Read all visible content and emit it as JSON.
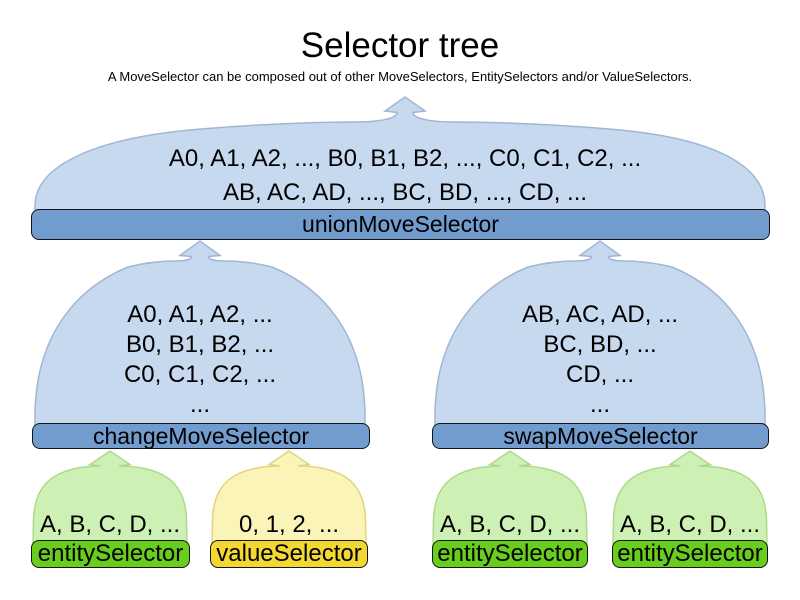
{
  "title": "Selector tree",
  "subtitle": "A MoveSelector can be composed out of other MoveSelectors, EntitySelectors and/or ValueSelectors.",
  "colors": {
    "funnel_blue_fill": "#c7d9ef",
    "funnel_blue_stroke": "#9fb6d4",
    "funnel_green_fill": "#cdf0b4",
    "funnel_green_stroke": "#aed98a",
    "funnel_yellow_fill": "#faf4b8",
    "funnel_yellow_stroke": "#e0d47e",
    "bar_blue": "#719ccd",
    "bar_green": "#68cd1d",
    "bar_yellow": "#f3d733",
    "bar_border": "#141414",
    "text": "#000000",
    "background": "#ffffff"
  },
  "nodes": {
    "union": {
      "label": "unionMoveSelector",
      "lines": [
        "A0, A1, A2, ..., B0, B1, B2, ..., C0, C1, C2, ...",
        "AB, AC, AD, ..., BC, BD, ..., CD, ..."
      ]
    },
    "change": {
      "label": "changeMoveSelector",
      "lines": [
        "A0, A1, A2, ...",
        "B0, B1, B2, ...",
        "C0, C1, C2, ...",
        "..."
      ]
    },
    "swap": {
      "label": "swapMoveSelector",
      "lines": [
        "AB, AC, AD, ...",
        "BC, BD, ...",
        "CD, ...",
        "..."
      ]
    },
    "entity_left": {
      "label": "entitySelector",
      "lines": [
        "A, B, C, D, ..."
      ]
    },
    "value_left": {
      "label": "valueSelector",
      "lines": [
        "0, 1, 2, ..."
      ]
    },
    "entity_mid": {
      "label": "entitySelector",
      "lines": [
        "A, B, C, D, ..."
      ]
    },
    "entity_right": {
      "label": "entitySelector",
      "lines": [
        "A, B, C, D, ..."
      ]
    }
  }
}
